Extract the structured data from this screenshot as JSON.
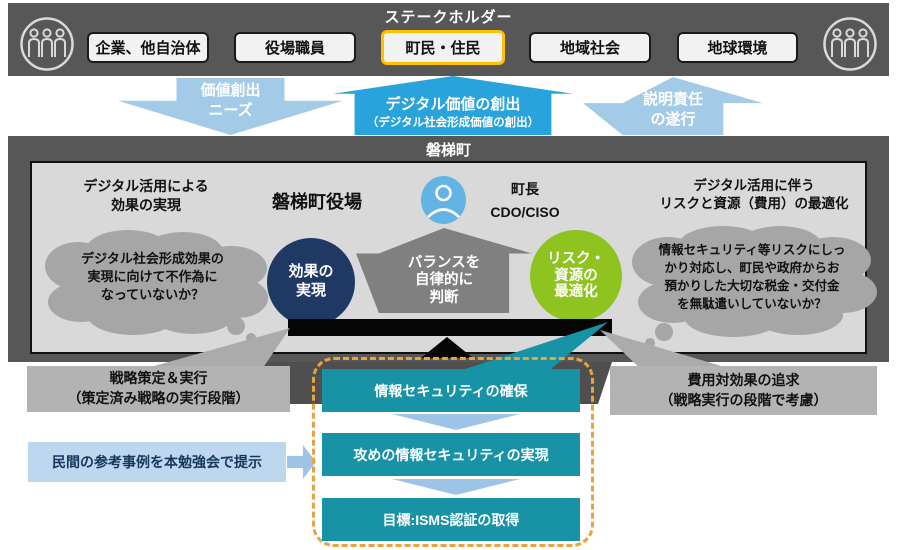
{
  "colors": {
    "bar_dark": "#575757",
    "highlight_border": "#FFC000",
    "light_blue": "#A3CBE8",
    "strong_blue": "#29A3DC",
    "navy": "#1F3864",
    "green": "#8FC31F",
    "teal": "#1793A5",
    "orange_dash": "#E8A33D",
    "note_blue": "#BDD7EE"
  },
  "stakeholders": {
    "title": "ステークホルダー",
    "items": [
      {
        "label": "企業、他自治体",
        "highlighted": false
      },
      {
        "label": "役場職員",
        "highlighted": false
      },
      {
        "label": "町民・住民",
        "highlighted": true
      },
      {
        "label": "地域社会",
        "highlighted": false
      },
      {
        "label": "地球環境",
        "highlighted": false
      }
    ]
  },
  "flows": {
    "value_needs": "価値創出\nニーズ",
    "digital_value_title": "デジタル価値の創出",
    "digital_value_sub": "（デジタル社会形成価値の創出）",
    "accountability": "説明責任\nの遂行"
  },
  "town": {
    "name": "磐梯町",
    "office": "磐梯町役場",
    "left_heading": "デジタル活用による\n効果の実現",
    "right_heading": "デジタル活用に伴う\nリスクと資源（費用）の最適化",
    "mayor_title": "町長",
    "mayor_role": "CDO/CISO",
    "left_cloud": "デジタル社会形成効果の\n実現に向けて不作為に\nなっていないか？",
    "right_cloud": "情報セキュリティ等リスクにしっ\nかり対応し、町民や政府からお\n預かりした大切な税金・交付金\nを無駄遣いしていないか？",
    "effect_circle": "効果の\n実現",
    "balance_arrow": "バランスを\n自律的に\n判断",
    "risk_circle": "リスク・\n資源の\n最適化"
  },
  "bottom": {
    "strategy_box": "戦略策定＆実行\n（策定済み戦略の実行段階）",
    "cost_box": "費用対効果の追求\n（戦略実行の段階で考慮）",
    "note": "民間の参考事例を本勉強会で提示",
    "steps": [
      "情報セキュリティの確保",
      "攻めの情報セキュリティの実現",
      "目標:ISMS認証の取得"
    ]
  }
}
